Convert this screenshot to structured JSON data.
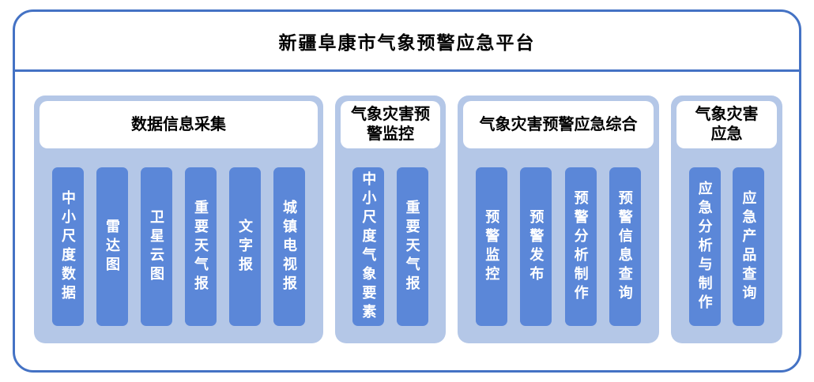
{
  "title": "新疆阜康市气象预警应急平台",
  "groups": [
    {
      "header": "数据信息采集",
      "items": [
        "中小尺度数据",
        "雷达图",
        "卫星云图",
        "重要天气报",
        "文字报",
        "城镇电视报"
      ]
    },
    {
      "header": "气象灾害预\n警监控",
      "items": [
        "中小尺度气象要素",
        "重要天气报"
      ]
    },
    {
      "header": "气象灾害预警应急综合",
      "items": [
        "预警监控",
        "预警发布",
        "预警分析制作",
        "预警信息查询"
      ]
    },
    {
      "header": "气象灾害\n应急",
      "items": [
        "应急分析与制作",
        "应急产品查询"
      ]
    }
  ],
  "colors": {
    "frame_border": "#4472C4",
    "group_background": "#B4C7E7",
    "bar_background": "#5B87D8",
    "header_background": "#FFFFFF",
    "bar_text": "#FFFFFF",
    "title_text": "#000000"
  }
}
